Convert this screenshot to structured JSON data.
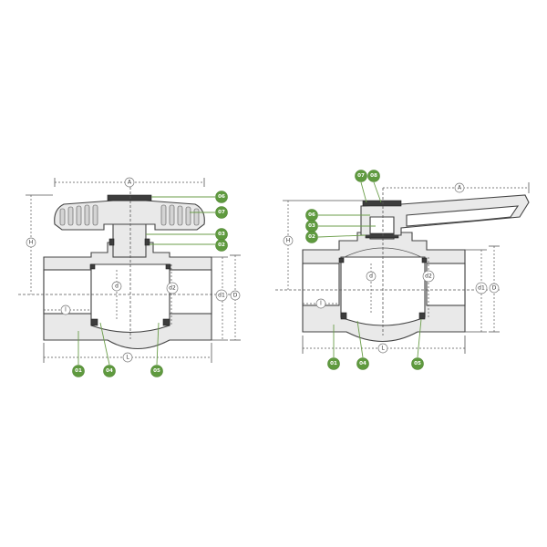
{
  "diagram": {
    "left_view": {
      "dimensions": {
        "A": "A",
        "H": "H",
        "d": "d",
        "d1": "d1",
        "d2": "d2",
        "D": "D",
        "l": "l",
        "L": "L"
      },
      "callouts": {
        "c06": "06",
        "c07": "07",
        "c03": "03",
        "c02": "02",
        "c01": "01",
        "c04": "04",
        "c05": "05"
      }
    },
    "right_view": {
      "dimensions": {
        "A": "A",
        "H": "H",
        "d": "d",
        "d1": "d1",
        "d2": "d2",
        "D": "D",
        "l": "l",
        "L": "L"
      },
      "callouts": {
        "c07": "07",
        "c08": "08",
        "c06": "06",
        "c03": "03",
        "c02": "02",
        "c01": "01",
        "c04": "04",
        "c05": "05"
      }
    },
    "colors": {
      "callout": "#5f9a3f",
      "line": "#444444",
      "body_fill": "#e9e9e9"
    }
  }
}
